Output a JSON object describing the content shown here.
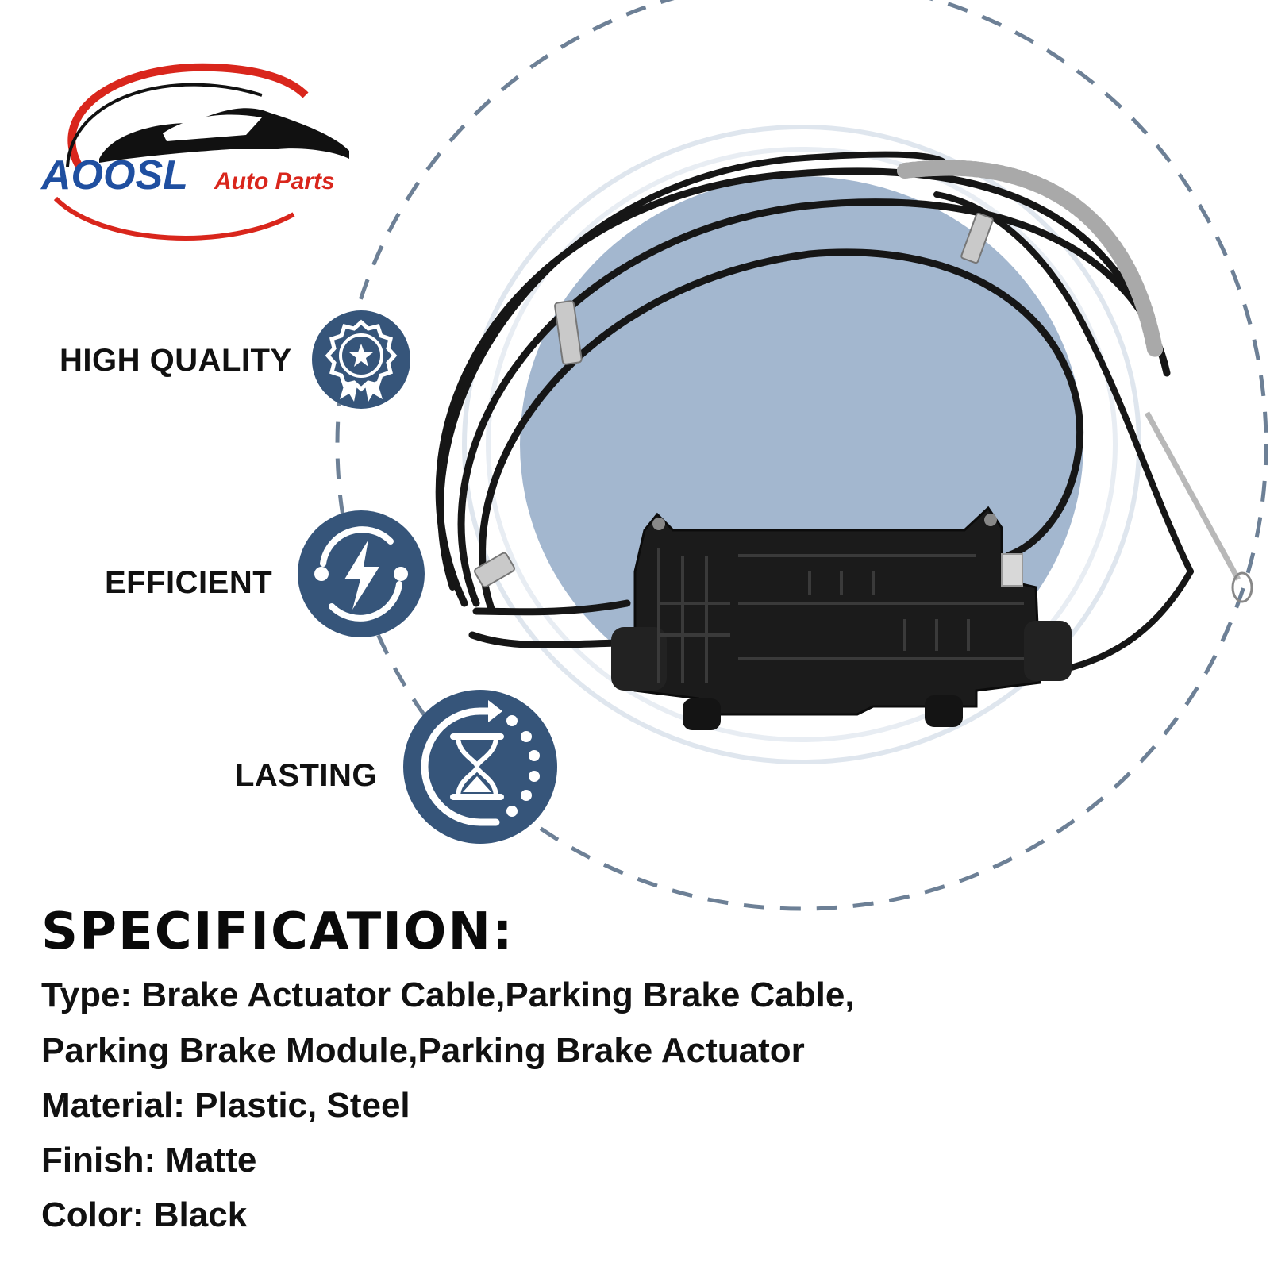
{
  "brand": {
    "name": "AOOSL",
    "tagline": "Auto Parts",
    "primary_color": "#1f4fa0",
    "accent_color": "#d9261c"
  },
  "theme": {
    "icon_color": "#36557a",
    "dash_color": "#6d8096",
    "backdrop_color": "#a3b7cf"
  },
  "features": [
    {
      "label": "HIGH QUALITY",
      "icon": "award-ribbon-star-icon"
    },
    {
      "label": "EFFICIENT",
      "icon": "lightning-bolt-icon"
    },
    {
      "label": "LASTING",
      "icon": "hourglass-icon"
    }
  ],
  "specification": {
    "heading": "SPECIFICATION:",
    "lines": [
      "Type: Brake Actuator Cable,Parking Brake Cable,",
      "Parking Brake Module,Parking Brake Actuator",
      "Material: Plastic, Steel",
      "Finish: Matte",
      "Color: Black"
    ]
  },
  "product": {
    "image": "parking-brake-actuator-with-cables"
  }
}
